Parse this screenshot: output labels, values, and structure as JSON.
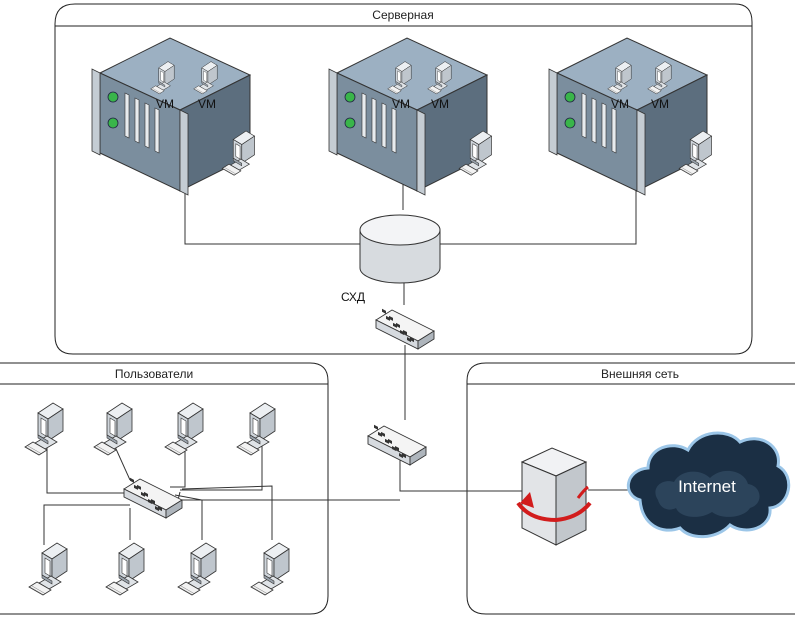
{
  "groups": {
    "server_room": {
      "title": "Серверная"
    },
    "users": {
      "title": "Пользователи"
    },
    "external": {
      "title": "Внешняя сеть"
    }
  },
  "servers": [
    {
      "vm1": "VM",
      "vm2": "VM"
    },
    {
      "vm1": "VM",
      "vm2": "VM"
    },
    {
      "vm1": "VM",
      "vm2": "VM"
    }
  ],
  "storage": {
    "label": "СХД"
  },
  "internet": {
    "label": "Internet"
  },
  "colors": {
    "server_body": "#7b8e9e",
    "led_green": "#39b54a",
    "cloud_dark": "#1b2f44",
    "cloud_glow": "#9cc6e8",
    "firewall_arrow": "#d21c1c"
  },
  "icons": {
    "server": "rack-server-icon",
    "workstation": "workstation-icon",
    "switch": "network-switch-icon",
    "storage": "storage-cylinder-icon",
    "firewall": "firewall-icon",
    "cloud": "internet-cloud-icon"
  }
}
